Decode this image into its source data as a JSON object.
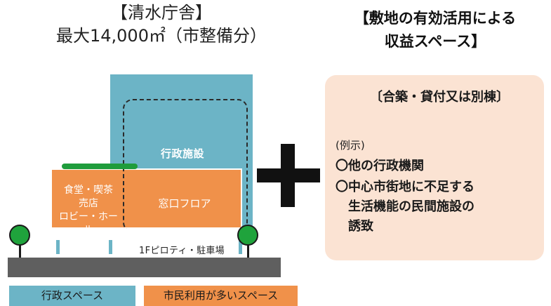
{
  "left_title": {
    "line1": "【清水庁舎】",
    "line2": "最大14,000㎡（市整備分）"
  },
  "right_title": {
    "line1": "【敷地の有効活用による",
    "line2": "収益スペース】"
  },
  "building": {
    "admin_label": "行政施設",
    "canteen_lines": [
      "食堂・喫茶",
      "売店",
      "ロビー・ホール"
    ],
    "window_floor": "窓口フロア",
    "piloti_label": "1Fピロティ・駐車場"
  },
  "legend": {
    "admin_space": "行政スペース",
    "citizen_space": "市民利用が多いスペース"
  },
  "panel": {
    "heading": "〔合築・貸付又は別棟〕",
    "example": "(例示)",
    "items": [
      "〇他の行政機関",
      "〇中心市街地に不足する",
      "　生活機能の民間施設の",
      "　誘致"
    ]
  },
  "colors": {
    "admin_blue": "#6cb4c6",
    "citizen_orange": "#f0914a",
    "tree_green": "#1fa33c",
    "panel_bg": "#fbe3d3",
    "ground_gray": "#5f5f5f"
  }
}
